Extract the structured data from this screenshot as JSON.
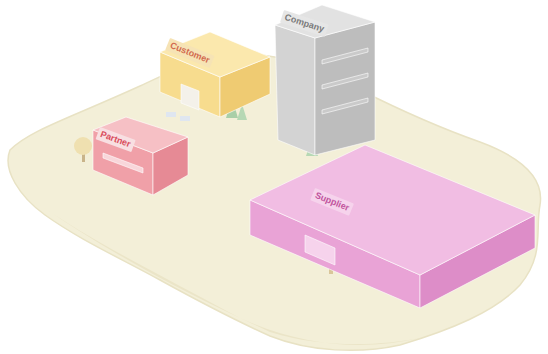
{
  "diagram": {
    "nodes": [
      {
        "text": [
          "Customer"
        ]
      },
      {
        "text": [
          "Company"
        ]
      },
      {
        "text": [
          "Partner"
        ]
      },
      {
        "text": [
          "Supplier"
        ]
      }
    ]
  }
}
